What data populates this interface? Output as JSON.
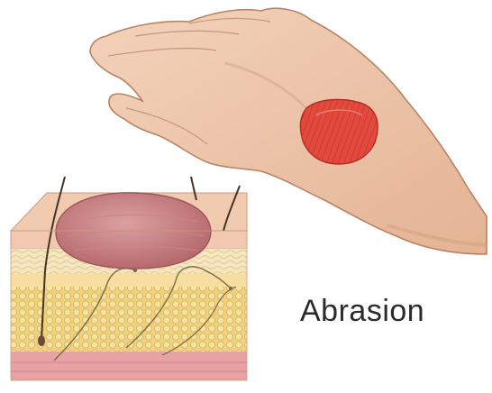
{
  "caption": "Abrasion",
  "colors": {
    "skin": "#ecc6a9",
    "skin_shadow": "#d9a888",
    "wound": "#e0453a",
    "epidermis": "#f1c9b0",
    "dermis": "#f3e2b7",
    "fat": "#efd27c",
    "muscle": "#e7a3a3",
    "hair": "#5a3e2b",
    "nerve": "#8a7a55"
  },
  "icons": {
    "hand": "hand-illustration",
    "wound": "abrasion-wound",
    "skin_section": "skin-cross-section"
  }
}
